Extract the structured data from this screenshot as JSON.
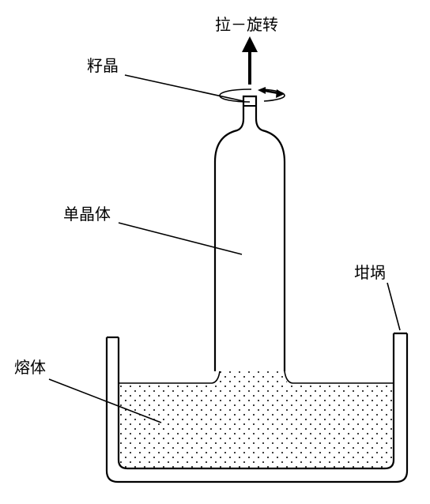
{
  "labels": {
    "pull_rotate": "拉－旋转",
    "seed_crystal": "籽晶",
    "single_crystal": "单晶体",
    "crucible": "坩埚",
    "melt": "熔体"
  }
}
